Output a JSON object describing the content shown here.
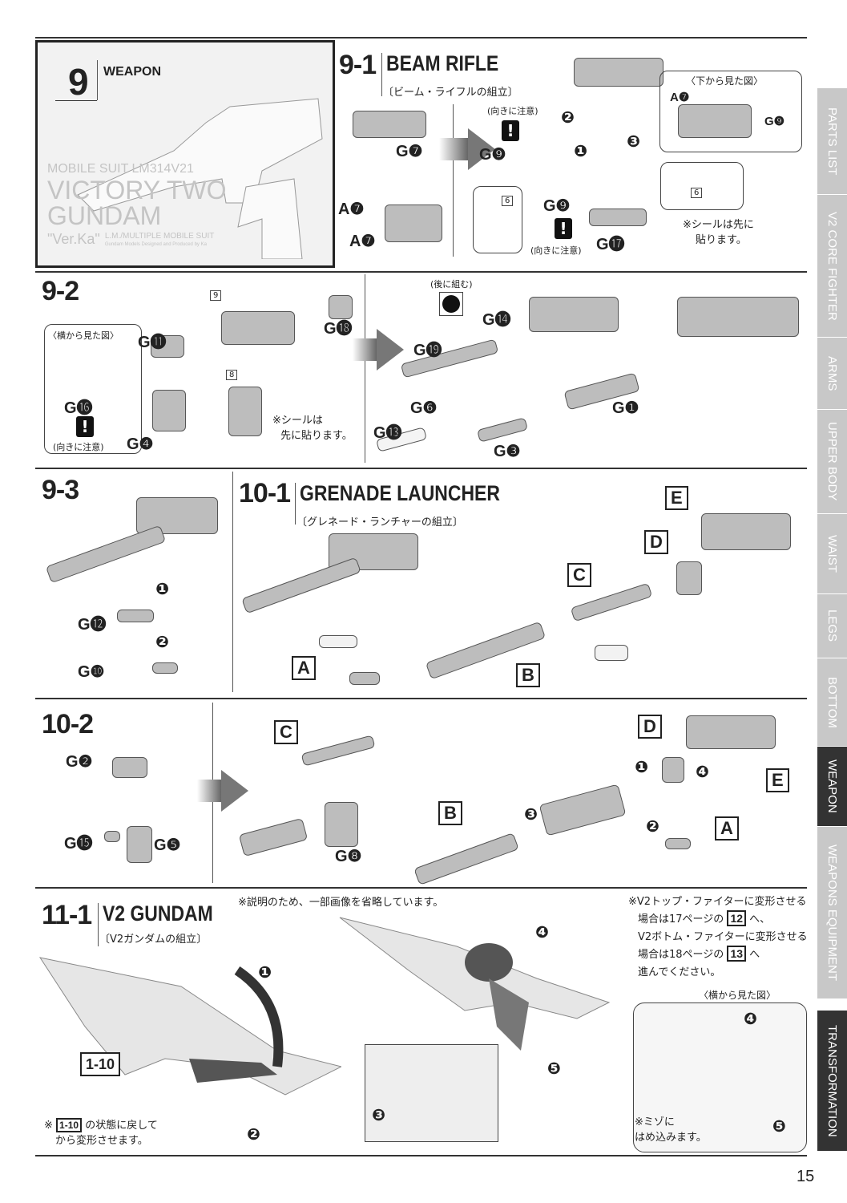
{
  "header": {
    "step": "9",
    "title": "WEAPON",
    "logo": [
      "MOBILE SUIT LM314V21",
      "VICTORY TWO",
      "GUNDAM",
      "\"Ver.Ka\"",
      "L.M./MULTIPLE MOBILE SUIT",
      "Gundam Models Designed and Produced by Ka"
    ]
  },
  "s91": {
    "step": "9-1",
    "title": "BEAM RIFLE",
    "subtitle": "〔ビーム・ライフルの組立〕",
    "labels": [
      "G❼",
      "A❼",
      "A❼",
      "(向きに注意)",
      "G❾",
      "G❾",
      "(向きに注意)",
      "G⓱",
      "〈下から見た図〉",
      "A❼",
      "G❾",
      "※シールは先に",
      "貼ります。"
    ],
    "nums": [
      "❷",
      "❶",
      "❸"
    ],
    "stickers": [
      "6",
      "6"
    ],
    "warn": "!"
  },
  "s92": {
    "step": "9-2",
    "labels": [
      "G⓫",
      "G⓲",
      "〈横から見た図〉",
      "G⓰",
      "(向きに注意)",
      "G❹",
      "※シールは",
      "先に貼ります。",
      "(後に組む)",
      "G⓮",
      "G⓳",
      "G❻",
      "G⓭",
      "G❶",
      "G❸"
    ],
    "stickers": [
      "9",
      "8"
    ],
    "warn": "!"
  },
  "s93": {
    "step": "9-3",
    "labels": [
      "G⓬",
      "G❿"
    ],
    "nums": [
      "❶",
      "❷"
    ]
  },
  "s101": {
    "step": "10-1",
    "title": "GRENADE LAUNCHER",
    "subtitle": "〔グレネード・ランチャーの組立〕",
    "boxes": [
      "E",
      "D",
      "C",
      "A",
      "B"
    ]
  },
  "s102": {
    "step": "10-2",
    "labels": [
      "G❷",
      "G⓯",
      "G❺",
      "G❽"
    ],
    "boxes": [
      "C",
      "D",
      "E",
      "B",
      "A"
    ],
    "nums": [
      "❶",
      "❹",
      "❸",
      "❷"
    ]
  },
  "s111": {
    "step": "11-1",
    "title": "V2 GUNDAM",
    "subtitle": "〔V2ガンダムの組立〕",
    "note_center": "※説明のため、一部画像を省略しています。",
    "note_right": [
      "※V2トップ・ファイターに変形させる",
      "場合は17ページの",
      "12",
      "へ、",
      "V2ボトム・ファイターに変形させる",
      "場合は18ページの",
      "13",
      "へ",
      "進んでください。"
    ],
    "side_view": "〈横から見た図〉",
    "ref_box": "1-10",
    "note_left": [
      "※",
      "1-10",
      "の状態に戻して",
      "から変形させます。"
    ],
    "note_groove": [
      "※ミゾに",
      "はめ込みます。"
    ],
    "nums": [
      "❶",
      "❷",
      "❸",
      "❹",
      "❺",
      "❹",
      "❺"
    ]
  },
  "tabs": [
    {
      "label": "PARTS LIST"
    },
    {
      "label": "V2 CORE FIGHTER"
    },
    {
      "label": "ARMS"
    },
    {
      "label": "UPPER BODY"
    },
    {
      "label": "WAIST"
    },
    {
      "label": "LEGS"
    },
    {
      "label": "BOTTOM"
    },
    {
      "label": "WEAPON",
      "active": true
    },
    {
      "label": "WEAPONS EQUIPMENT"
    },
    {
      "label": "TRANSFORMATION",
      "active": true
    }
  ],
  "page_number": "15"
}
